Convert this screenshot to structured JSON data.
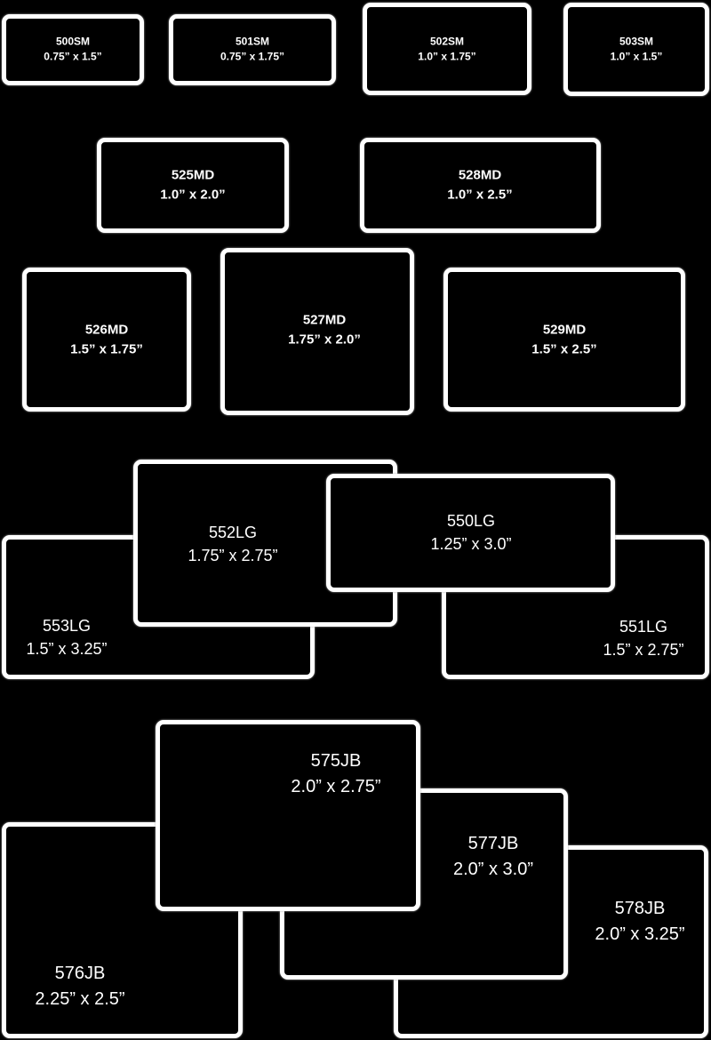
{
  "labels": [
    {
      "code": "500SM",
      "size": "0.75” x 1.5”"
    },
    {
      "code": "501SM",
      "size": "0.75” x 1.75”"
    },
    {
      "code": "502SM",
      "size": "1.0” x 1.75”"
    },
    {
      "code": "503SM",
      "size": "1.0” x 1.5”"
    },
    {
      "code": "525MD",
      "size": "1.0” x 2.0”"
    },
    {
      "code": "528MD",
      "size": "1.0” x 2.5”"
    },
    {
      "code": "526MD",
      "size": "1.5” x 1.75”"
    },
    {
      "code": "527MD",
      "size": "1.75” x 2.0”"
    },
    {
      "code": "529MD",
      "size": "1.5” x 2.5”"
    },
    {
      "code": "553LG",
      "size": "1.5” x 3.25”"
    },
    {
      "code": "552LG",
      "size": "1.75” x 2.75”"
    },
    {
      "code": "551LG",
      "size": "1.5” x 2.75”"
    },
    {
      "code": "550LG",
      "size": "1.25” x 3.0”"
    },
    {
      "code": "576JB",
      "size": "2.25” x 2.5”"
    },
    {
      "code": "578JB",
      "size": "2.0” x 3.25”"
    },
    {
      "code": "577JB",
      "size": "2.0” x 3.0”"
    },
    {
      "code": "575JB",
      "size": "2.0” x 2.75”"
    }
  ]
}
